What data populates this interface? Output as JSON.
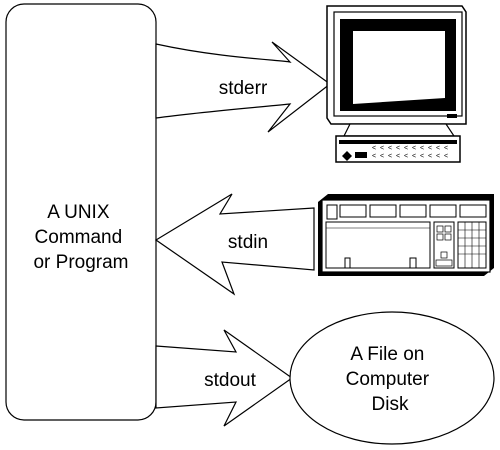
{
  "process_box": {
    "lines": [
      "A UNIX",
      "Command",
      "or Program"
    ]
  },
  "streams": {
    "stderr": "stderr",
    "stdin": "stdin",
    "stdout": "stdout"
  },
  "file": {
    "lines": [
      "A File on",
      "Computer",
      "Disk"
    ]
  },
  "colors": {
    "ink": "#000000",
    "paper": "#ffffff"
  },
  "icons": {
    "monitor": "computer-monitor-icon",
    "keyboard": "keyboard-icon"
  }
}
